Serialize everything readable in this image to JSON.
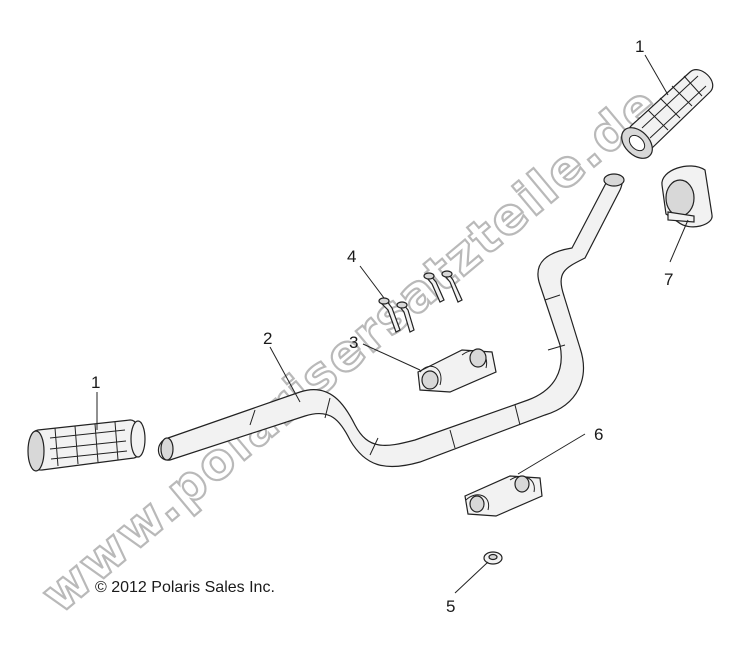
{
  "watermark": "www.polarisersatzteile.de",
  "copyright": "© 2012 Polaris Sales Inc.",
  "callouts": {
    "grip_left": "1",
    "grip_right": "1",
    "handlebar": "2",
    "upper_clamp": "3",
    "bolts": "4",
    "nut": "5",
    "lower_clamp": "6",
    "pad": "7"
  }
}
